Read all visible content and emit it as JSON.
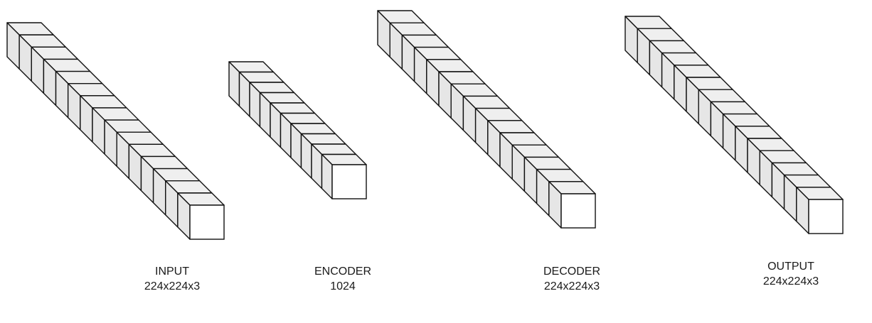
{
  "colors": {
    "stroke": "#111111",
    "top_face": "#efefef",
    "side_face": "#e6e6e6",
    "front_face": "#ffffff"
  },
  "blocks": [
    {
      "id": "input",
      "name": "INPUT",
      "size": "224x224x3",
      "cubes": 15
    },
    {
      "id": "encoder",
      "name": "ENCODER",
      "size": "1024",
      "cubes": 10
    },
    {
      "id": "decoder",
      "name": "DECODER",
      "size": "224x224x3",
      "cubes": 15
    },
    {
      "id": "output",
      "name": "OUTPUT",
      "size": "224x224x3",
      "cubes": 15
    }
  ]
}
